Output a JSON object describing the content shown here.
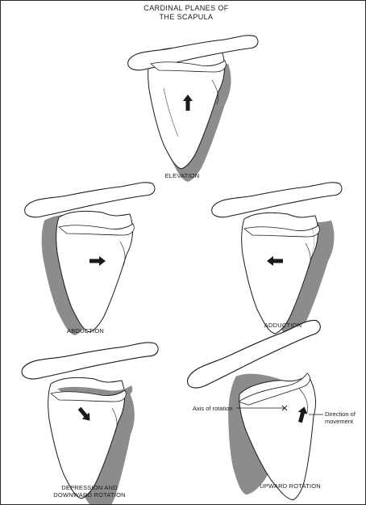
{
  "title_line1": "CARDINAL PLANES OF",
  "title_line2": "THE SCAPULA",
  "labels": {
    "elevation": "ELEVATION",
    "abduction": "ABDUCTION",
    "adduction": "ADDUCTION",
    "depression_line1": "DEPRESSION AND",
    "depression_line2": "DOWNWARD ROTATION",
    "upward_rotation": "UPWARD ROTATION",
    "axis_of_rotation": "Axis of rotation",
    "direction_line1": "Direction of",
    "direction_line2": "movement"
  },
  "colors": {
    "line": "#1a1a1a",
    "shadow": "#8c8c8c",
    "bone": "#ffffff"
  }
}
